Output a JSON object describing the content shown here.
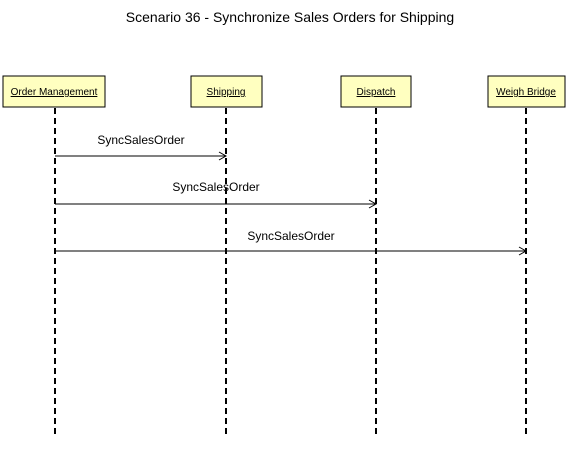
{
  "title": "Scenario 36 - Synchronize Sales Orders for Shipping",
  "colors": {
    "lane_box_fill": "#ffffc0",
    "line": "#000000"
  },
  "participants": [
    {
      "id": "order-management",
      "label": "Order Management"
    },
    {
      "id": "shipping",
      "label": "Shipping"
    },
    {
      "id": "dispatch",
      "label": "Dispatch"
    },
    {
      "id": "weigh-bridge",
      "label": "Weigh Bridge"
    }
  ],
  "messages": [
    {
      "from": "order-management",
      "to": "shipping",
      "label": "SyncSalesOrder"
    },
    {
      "from": "order-management",
      "to": "dispatch",
      "label": "SyncSalesOrder"
    },
    {
      "from": "order-management",
      "to": "weigh-bridge",
      "label": "SyncSalesOrder"
    }
  ]
}
